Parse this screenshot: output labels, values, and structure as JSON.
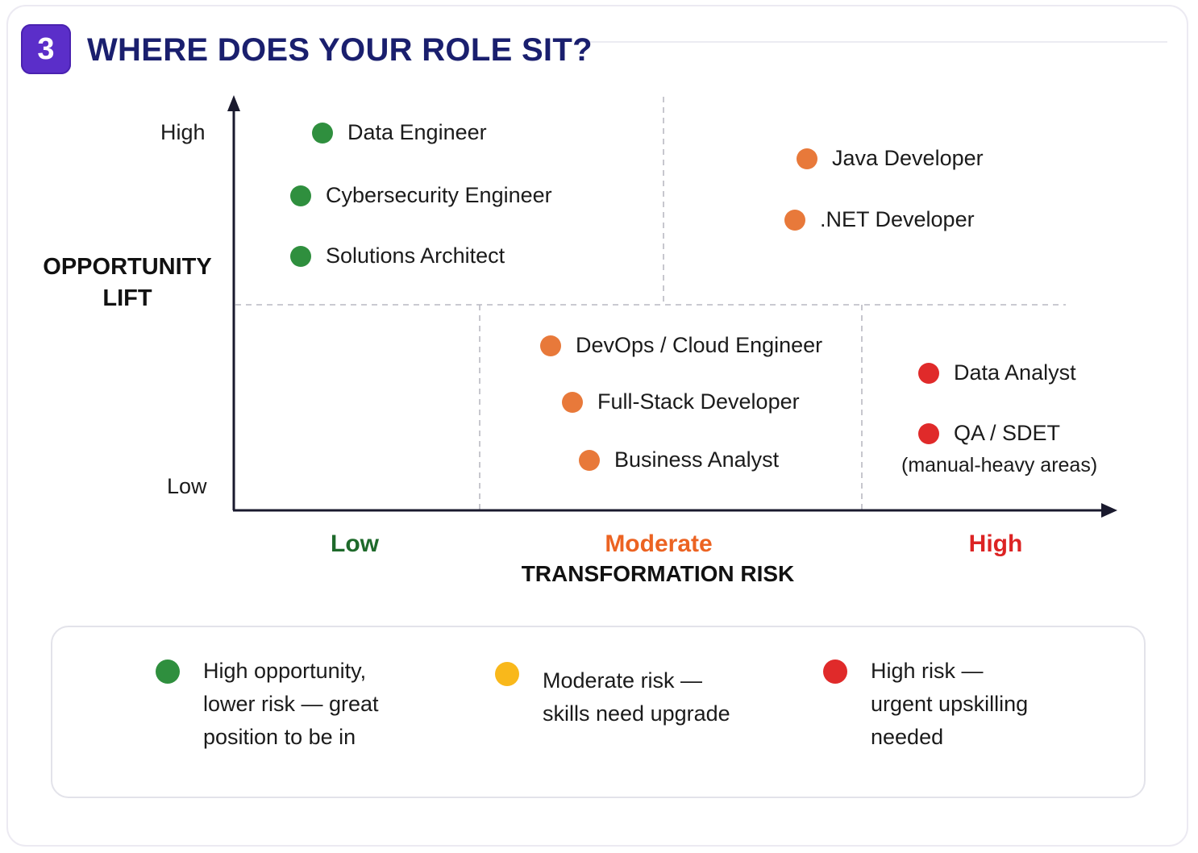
{
  "header": {
    "section_number": "3",
    "title": "WHERE DOES YOUR ROLE SIT?"
  },
  "colors": {
    "green": "#2f8f3e",
    "orange": "#e8793a",
    "yellow": "#f9b81b",
    "red": "#e02a2a",
    "title_navy": "#1a1f6e",
    "badge_purple": "#5b2ec9",
    "label_green": "#1e6a2b",
    "label_orange": "#ec6322",
    "label_red": "#dc2323"
  },
  "chart": {
    "y_axis": {
      "title": "OPPORTUNITY LIFT",
      "high": "High",
      "low": "Low"
    },
    "x_axis": {
      "title": "TRANSFORMATION RISK",
      "low": "Low",
      "moderate": "Moderate",
      "high": "High"
    },
    "roles": {
      "data_engineer": {
        "label": "Data Engineer",
        "color": "green"
      },
      "cybersecurity_engineer": {
        "label": "Cybersecurity Engineer",
        "color": "green"
      },
      "solutions_architect": {
        "label": "Solutions Architect",
        "color": "green"
      },
      "java_developer": {
        "label": "Java Developer",
        "color": "orange"
      },
      "dotnet_developer": {
        "label": ".NET Developer",
        "color": "orange"
      },
      "devops_cloud_engineer": {
        "label": "DevOps / Cloud Engineer",
        "color": "orange"
      },
      "full_stack_developer": {
        "label": "Full-Stack Developer",
        "color": "orange"
      },
      "business_analyst": {
        "label": "Business Analyst",
        "color": "orange"
      },
      "data_analyst": {
        "label": "Data Analyst",
        "color": "red"
      },
      "qa_sdet": {
        "label": "QA / SDET",
        "note": "(manual-heavy areas)",
        "color": "red"
      }
    }
  },
  "legend": {
    "items": [
      {
        "text": "High opportunity,\nlower risk — great\nposition to be in",
        "color": "green"
      },
      {
        "text": "Moderate risk —\nskills need upgrade",
        "color": "yellow"
      },
      {
        "text": "High risk —\nurgent upskilling\nneeded",
        "color": "red"
      }
    ]
  }
}
